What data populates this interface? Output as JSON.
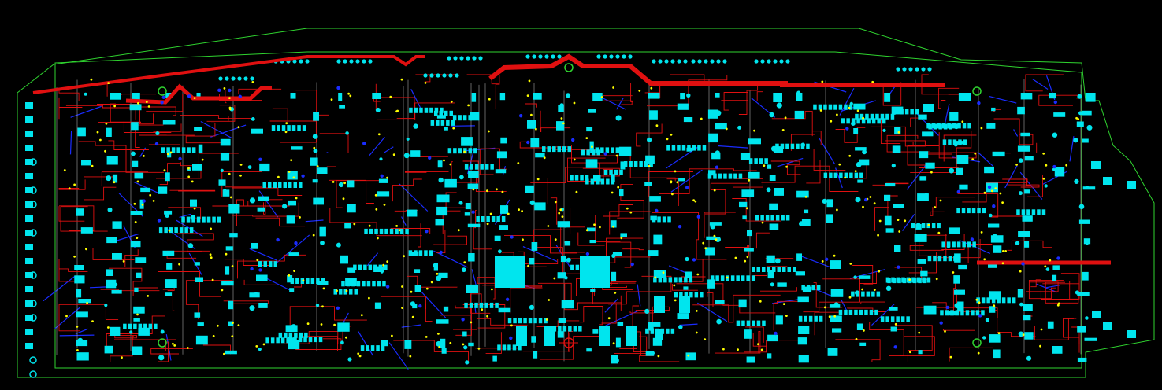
{
  "view": {
    "background": "#000000",
    "colors": {
      "board_outline": "#2fd32f",
      "pads": "#00e5ee",
      "top_traces": "#e01010",
      "bottom_traces": "#1a2cff",
      "vias": "#ffff00",
      "silkscreen": "#cfcfcf",
      "fiducials": "#2fd32f"
    }
  },
  "layers": [
    {
      "name": "board-outline",
      "icon": "outline-icon"
    },
    {
      "name": "top-copper",
      "icon": "trace-icon"
    },
    {
      "name": "bottom-copper",
      "icon": "trace-icon"
    },
    {
      "name": "pads",
      "icon": "pad-icon"
    },
    {
      "name": "vias",
      "icon": "via-icon"
    }
  ]
}
